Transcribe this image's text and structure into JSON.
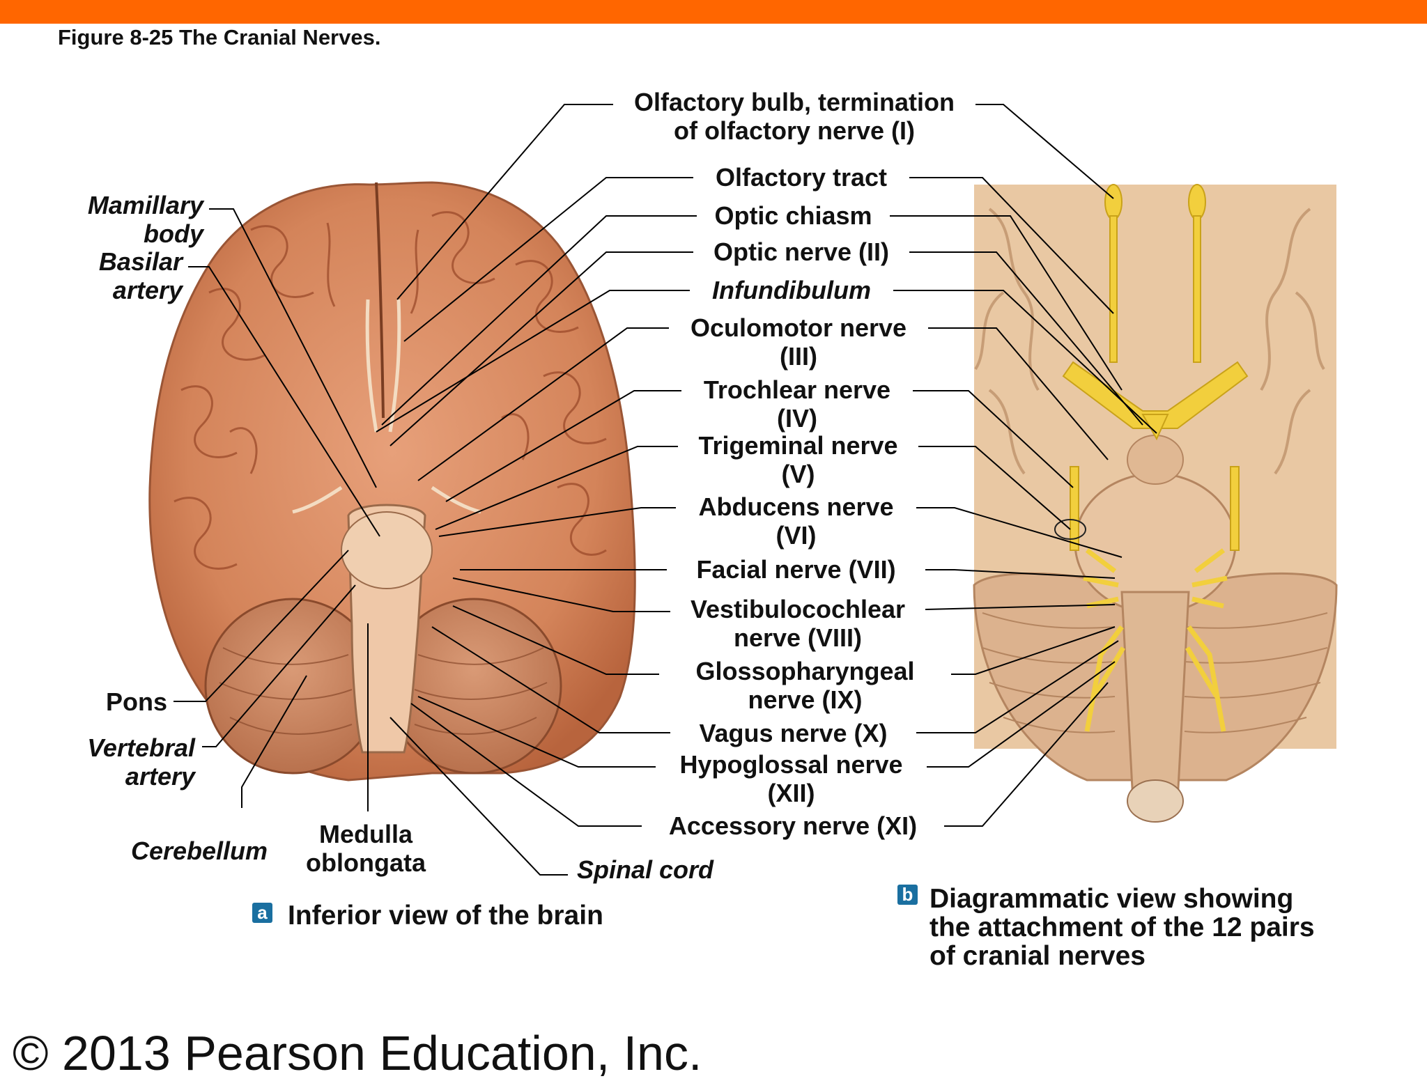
{
  "figure_title": "Figure 8-25  The Cranial Nerves.",
  "left_labels": {
    "mamillary_body": "Mamillary\nbody",
    "basilar_artery": "Basilar\nartery",
    "pons": "Pons",
    "vertebral_artery": "Vertebral\nartery",
    "cerebellum": "Cerebellum",
    "medulla_oblongata": "Medulla\noblongata",
    "spinal_cord": "Spinal cord"
  },
  "center_labels": {
    "olfactory_bulb": "Olfactory bulb, termination\nof olfactory nerve (I)",
    "olfactory_tract": "Olfactory tract",
    "optic_chiasm": "Optic chiasm",
    "optic_nerve": "Optic nerve (II)",
    "infundibulum": "Infundibulum",
    "oculomotor": "Oculomotor nerve\n(III)",
    "trochlear": "Trochlear nerve\n(IV)",
    "trigeminal": "Trigeminal nerve\n(V)",
    "abducens": "Abducens nerve\n(VI)",
    "facial": "Facial nerve (VII)",
    "vestibulocochlear": "Vestibulocochlear\nnerve (VIII)",
    "glossopharyngeal": "Glossopharyngeal\nnerve (IX)",
    "vagus": "Vagus nerve (X)",
    "hypoglossal": "Hypoglossal nerve\n(XII)",
    "accessory": "Accessory nerve (XI)"
  },
  "panel_a": {
    "badge": "a",
    "caption": "Inferior view of the brain"
  },
  "panel_b": {
    "badge": "b",
    "caption": "Diagrammatic view showing\nthe attachment of the 12 pairs\nof cranial nerves"
  },
  "copyright": "© 2013 Pearson Education, Inc.",
  "colors": {
    "accent_bar": "#ff6600",
    "brain_tissue": "#d9875a",
    "nerve_yellow": "#f2cf3d",
    "badge_blue": "#1a6fa0"
  }
}
